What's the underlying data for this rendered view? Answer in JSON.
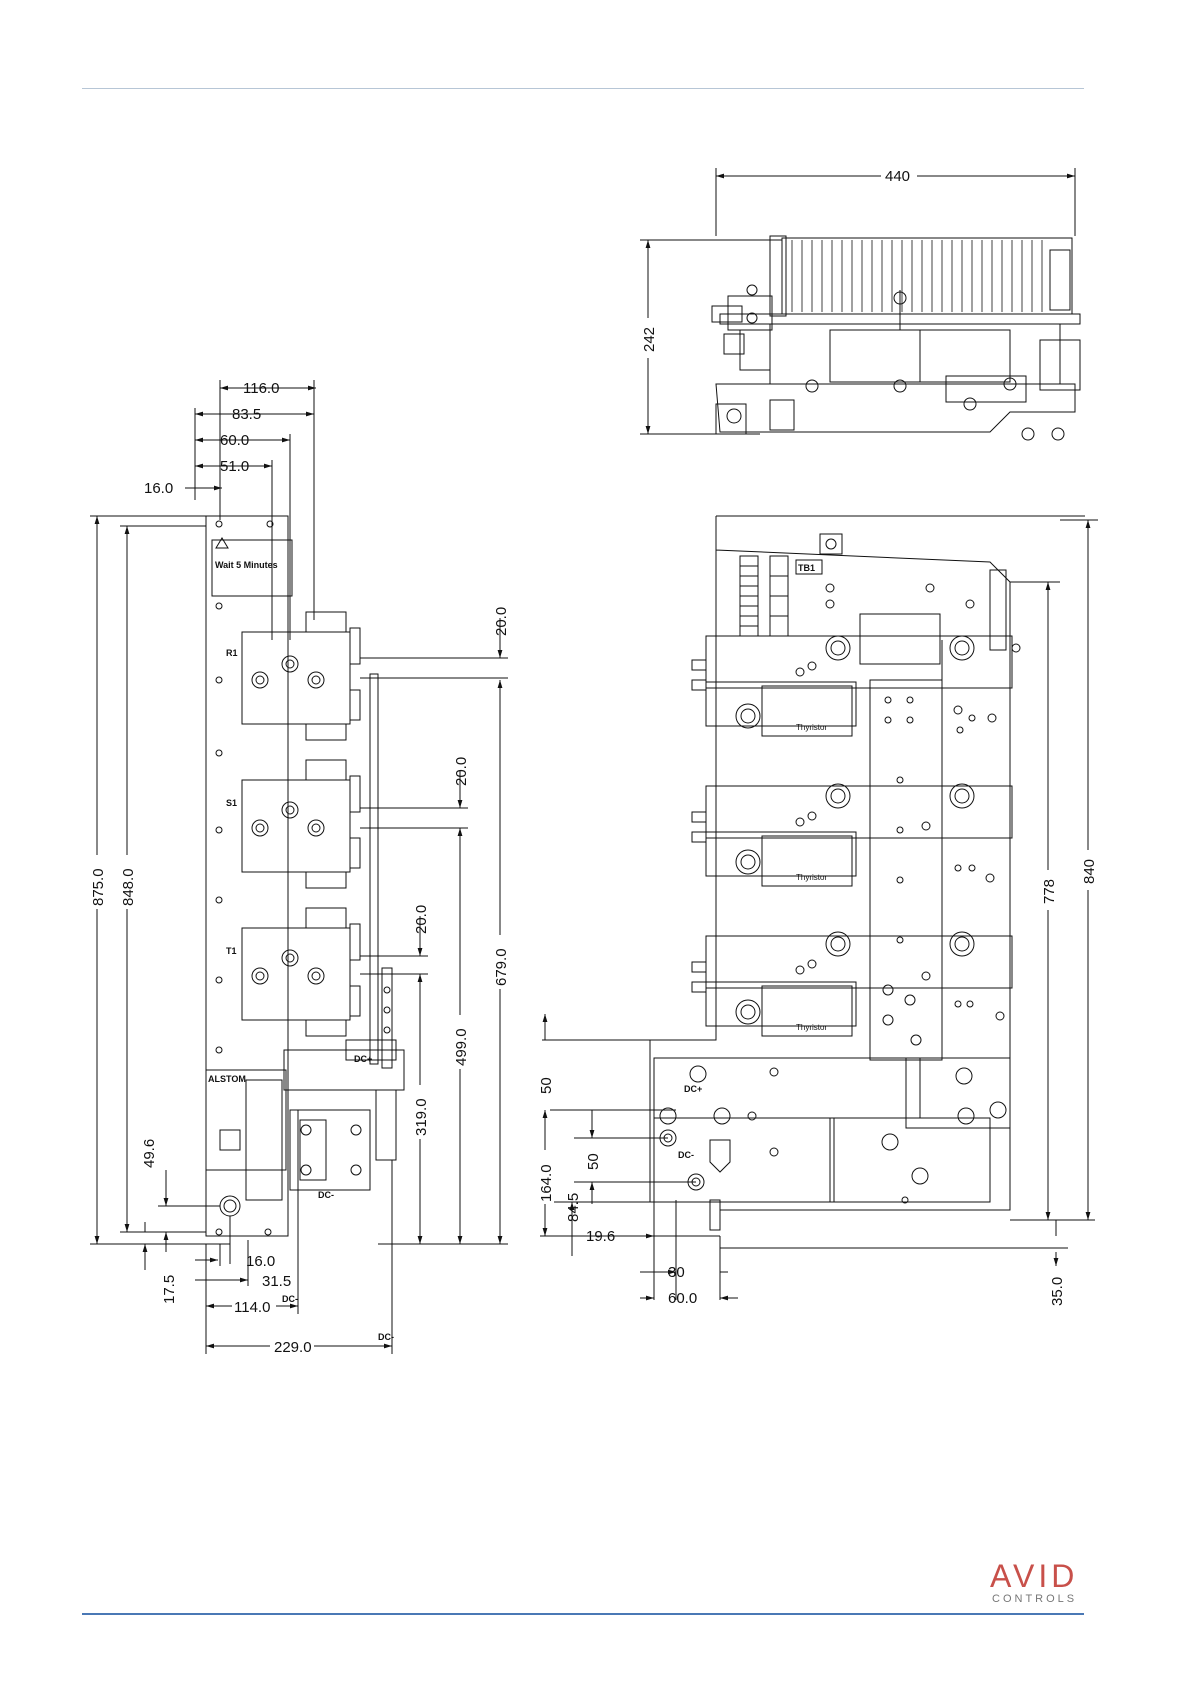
{
  "top_view": {
    "dims": {
      "width": "440",
      "height": "242"
    }
  },
  "left_view": {
    "dims": {
      "d116": "116.0",
      "d83": "83.5",
      "d60": "60.0",
      "d51": "51.0",
      "d16top": "16.0",
      "d875": "875.0",
      "d848": "848.0",
      "d20a": "20.0",
      "d20b": "20.0",
      "d20c": "20.0",
      "d679": "679.0",
      "d499": "499.0",
      "d319": "319.0",
      "d49": "49.6",
      "d17": "17.5",
      "d16bot": "16.0",
      "d31": "31.5",
      "d114": "114.0",
      "d229": "229.0"
    },
    "labels": {
      "r1": "R1",
      "s1": "S1",
      "t1": "T1",
      "dcplus": "DC+",
      "dcminus": "DC-",
      "dcminus2": "DC-",
      "dcminus3": "DC-",
      "alstom": "ALSTOM",
      "warn": "Wait 5 Minutes"
    }
  },
  "right_view": {
    "dims": {
      "d50a": "50",
      "d50b": "50",
      "d164": "164.0",
      "d84": "84.5",
      "d19": "19.6",
      "d30": "30",
      "d60": "60.0",
      "d778": "778",
      "d840": "840",
      "d35": "35.0"
    },
    "labels": {
      "tb1": "TB1",
      "dcplus": "DC+",
      "dcminus": "DC-",
      "thy1": "Thyristor",
      "thy2": "Thyristor",
      "thy3": "Thyristor"
    }
  },
  "branding": {
    "logo_main": "AVID",
    "logo_sub": "CONTROLS"
  }
}
